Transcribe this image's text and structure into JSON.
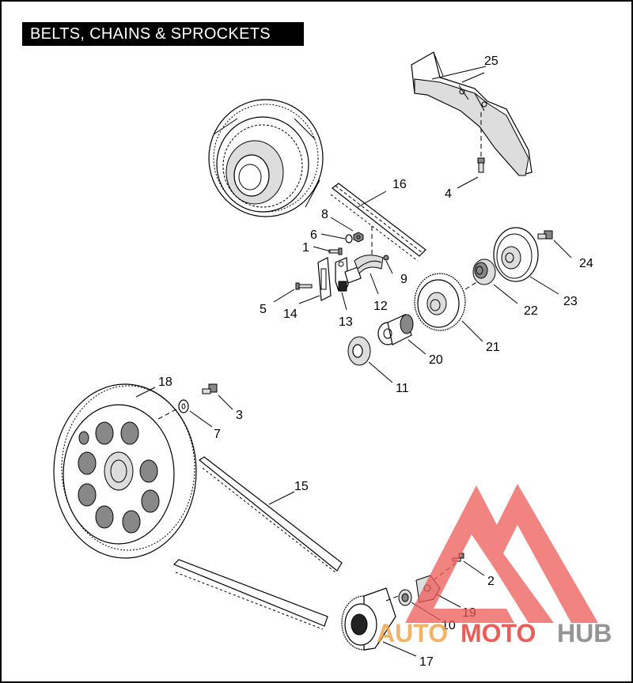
{
  "title": "BELTS, CHAINS & SPROCKETS",
  "callouts": {
    "c1": "1",
    "c2": "2",
    "c3": "3",
    "c4": "4",
    "c5": "5",
    "c6": "6",
    "c7": "7",
    "c8": "8",
    "c9": "9",
    "c10": "10",
    "c11": "11",
    "c12": "12",
    "c13": "13",
    "c14": "14",
    "c15": "15",
    "c16": "16",
    "c17": "17",
    "c18": "18",
    "c19": "19",
    "c20": "20",
    "c21": "21",
    "c22": "22",
    "c23": "23",
    "c24": "24",
    "c25": "25"
  },
  "watermark": {
    "brand_orange": "AUTO",
    "brand_red": "MOTO",
    "brand_gray": "HUB",
    "colors": {
      "orange": "#f0a64a",
      "red": "#e8413b",
      "gray": "#8a8a8a",
      "logo": "#ec5a55"
    }
  }
}
